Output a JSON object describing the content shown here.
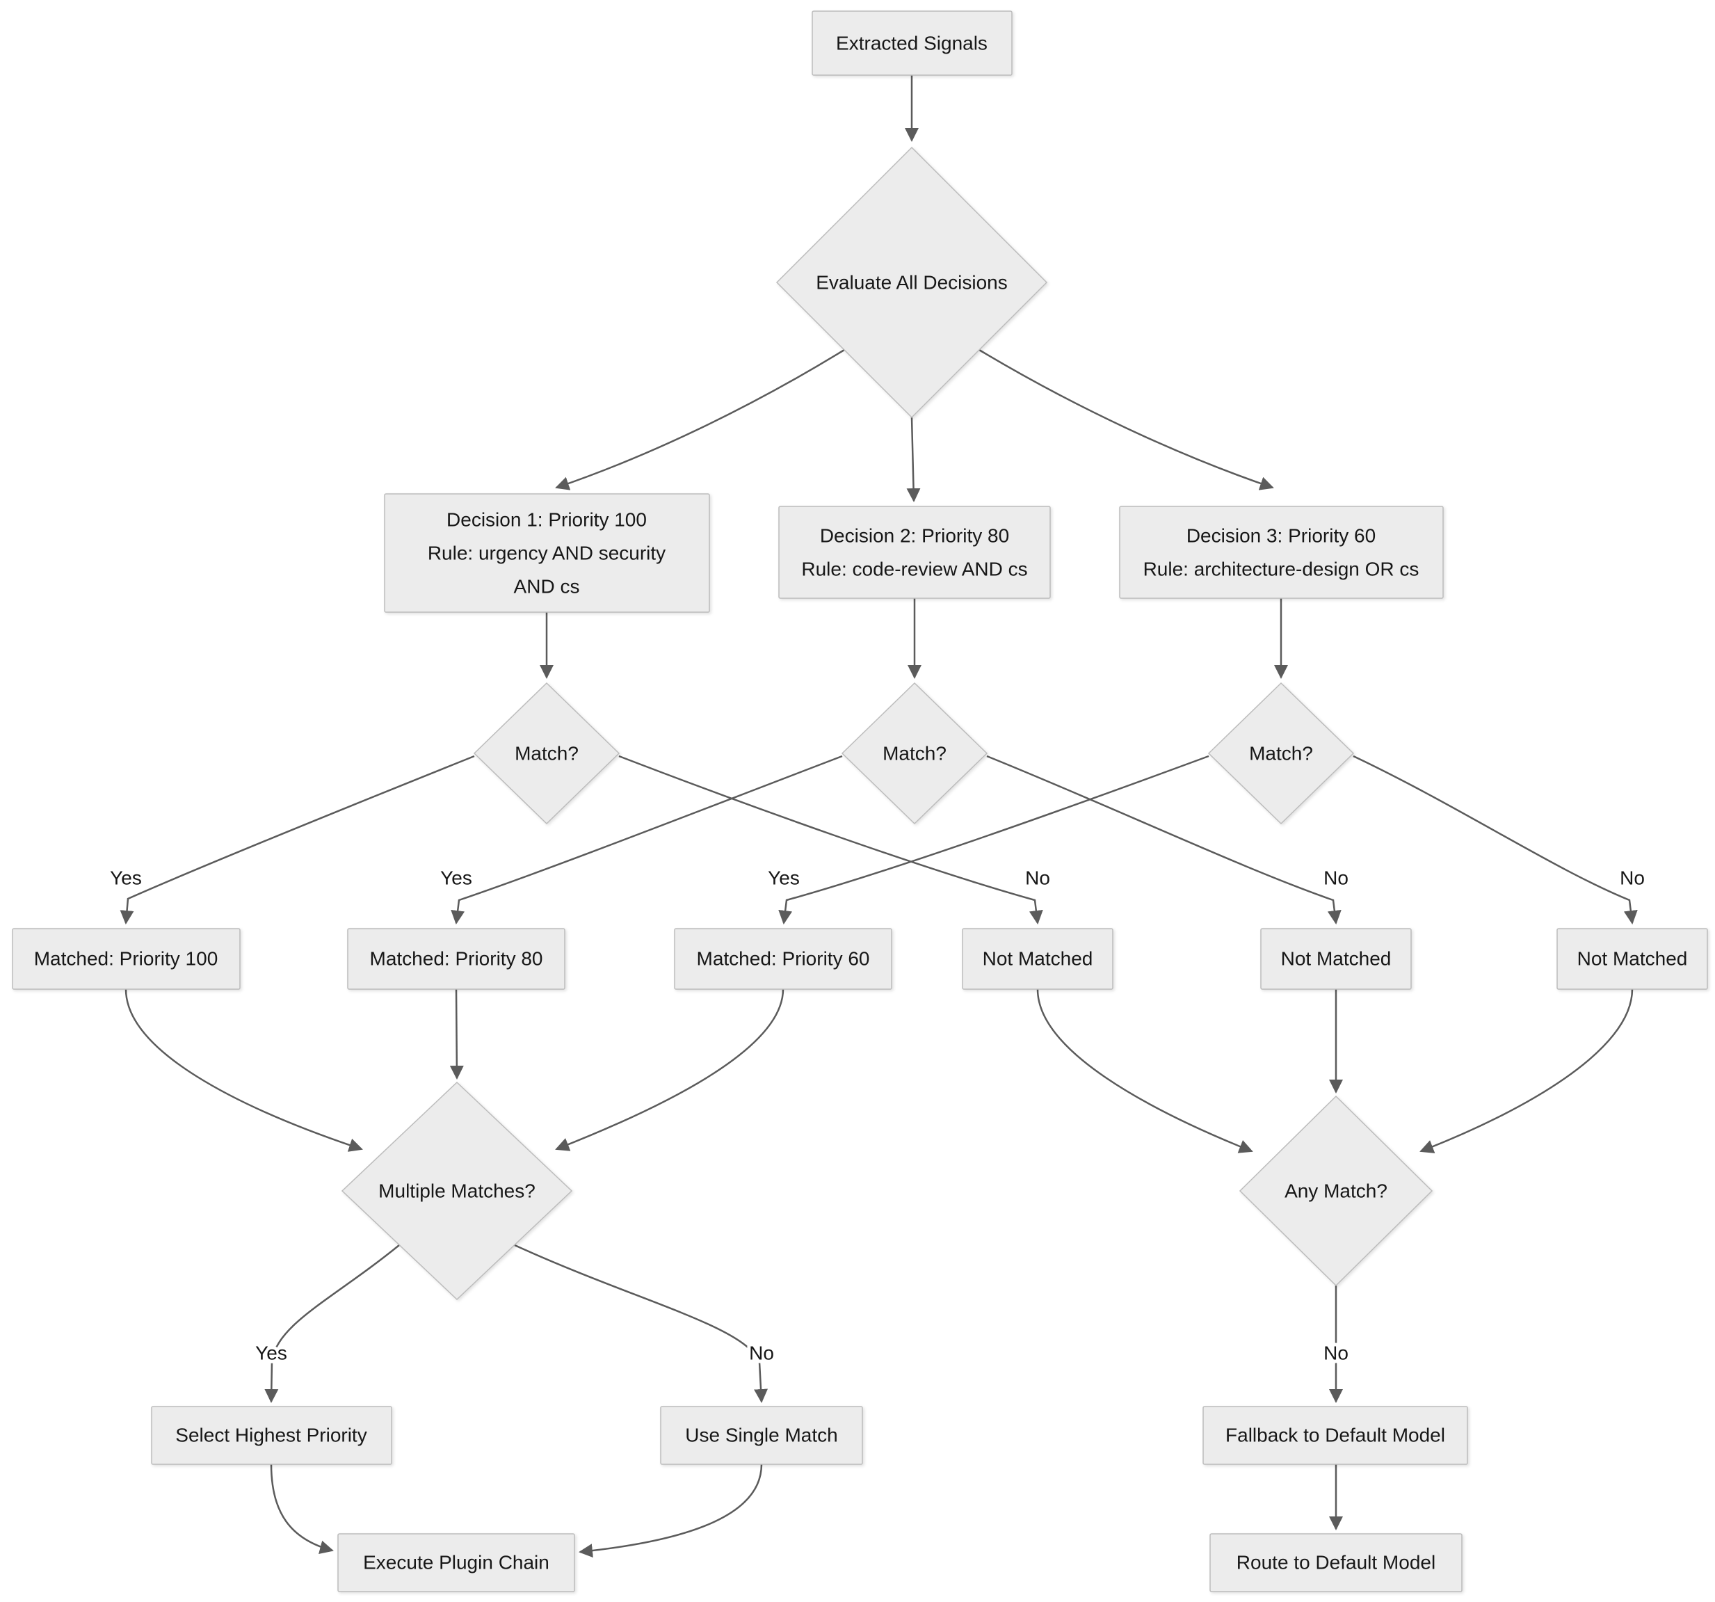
{
  "diagram": {
    "type": "flowchart",
    "background": "#ffffff",
    "node_fill": "#ececec",
    "node_stroke": "#bcbcbc",
    "edge_color": "#5b5b5b",
    "text_color": "#171717"
  },
  "nodes": {
    "extracted_signals": {
      "label": "Extracted Signals"
    },
    "evaluate": {
      "label": "Evaluate All Decisions"
    },
    "decision1": {
      "line1": "Decision 1: Priority 100",
      "line2": "Rule: urgency AND security",
      "line3": "AND cs"
    },
    "decision2": {
      "line1": "Decision 2: Priority 80",
      "line2": "Rule: code-review AND cs"
    },
    "decision3": {
      "line1": "Decision 3: Priority 60",
      "line2": "Rule: architecture-design OR cs"
    },
    "match1": {
      "label": "Match?"
    },
    "match2": {
      "label": "Match?"
    },
    "match3": {
      "label": "Match?"
    },
    "matched100": {
      "label": "Matched: Priority 100"
    },
    "matched80": {
      "label": "Matched: Priority 80"
    },
    "matched60": {
      "label": "Matched: Priority 60"
    },
    "notmatched1": {
      "label": "Not Matched"
    },
    "notmatched2": {
      "label": "Not Matched"
    },
    "notmatched3": {
      "label": "Not Matched"
    },
    "multiple_matches": {
      "label": "Multiple Matches?"
    },
    "any_match": {
      "label": "Any Match?"
    },
    "select_highest": {
      "label": "Select Highest Priority"
    },
    "use_single": {
      "label": "Use Single Match"
    },
    "fallback": {
      "label": "Fallback to Default Model"
    },
    "execute": {
      "label": "Execute Plugin Chain"
    },
    "route_default": {
      "label": "Route to Default Model"
    }
  },
  "edge_labels": {
    "yes1": "Yes",
    "yes2": "Yes",
    "yes3": "Yes",
    "no1": "No",
    "no2": "No",
    "no3": "No",
    "mm_yes": "Yes",
    "mm_no": "No",
    "am_no": "No"
  }
}
